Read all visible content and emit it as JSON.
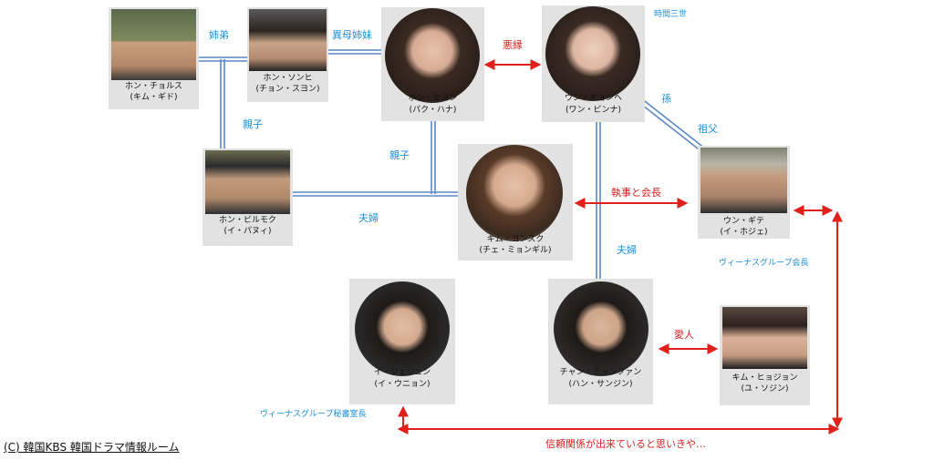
{
  "people": {
    "chulsu": {
      "name": "ホン・チョルス",
      "actor": "(キム・ギド)"
    },
    "sonhi": {
      "name": "ホン・ソンヒ",
      "actor": "(チョン・スヨン)"
    },
    "seyon": {
      "name": "ホン・セヨン",
      "actor": "(パク・ハナ)"
    },
    "gyonhe": {
      "name": "ウン・ギョンヘ",
      "actor": "(ワン・ビンナ)"
    },
    "pilmok": {
      "name": "ホン・ピルモク",
      "actor": "(イ・パヌィ)"
    },
    "yonsuk": {
      "name": "キム・ヨンスク",
      "actor": "(チェ・ミョンギル)"
    },
    "gite": {
      "name": "ウン・ギテ",
      "actor": "(イ・ホジェ)"
    },
    "jejun": {
      "name": "イ・ジェジュン",
      "actor": "(イ・ウニョン)"
    },
    "myonfan": {
      "name": "チャン・ミョンファン",
      "actor": "(ハン・サンジン)"
    },
    "hyojon": {
      "name": "キム・ヒョジョン",
      "actor": "(ユ・ソジン)"
    }
  },
  "relations": {
    "siblings": "姉弟",
    "half_sisters": "異母姉妹",
    "bad_blood": "悪縁",
    "timing": "時間三世",
    "grandchild": "孫",
    "grandfather": "祖父",
    "parent_child_1": "親子",
    "parent_child_2": "親子",
    "couple_1": "夫婦",
    "couple_2": "夫婦",
    "butler_chairman": "執事と会長",
    "lover": "愛人",
    "trust": "信頼関係が出来ていると思いきや…"
  },
  "notes": {
    "venus_chairman": "ヴィーナスグループ会長",
    "venus_secretary": "ヴィーナスグループ秘書室長"
  },
  "copyright": "(C) 韓国KBS 韓国ドラマ情報ルーム",
  "colors": {
    "blue_line": "#5b88c6",
    "red_arrow": "#e0201b",
    "label_blue": "#1a8fd8",
    "label_red": "#d61f1f",
    "card_bg": "#e2e2e2"
  }
}
